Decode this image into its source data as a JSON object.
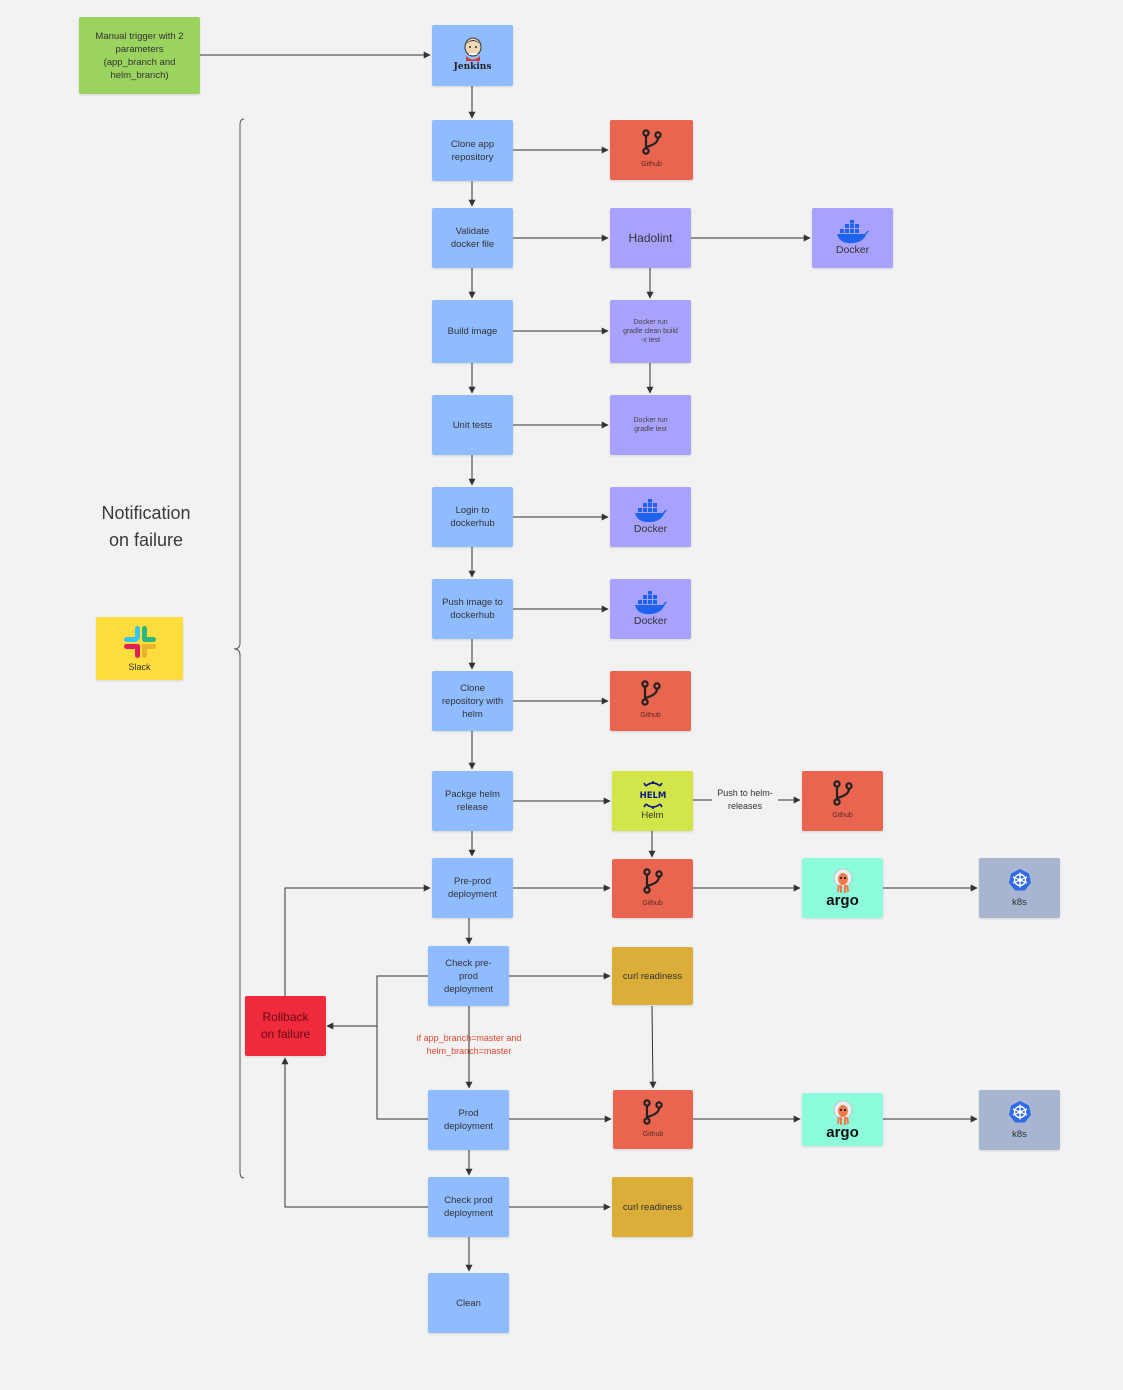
{
  "colors": {
    "step": "#8fbcff",
    "github": "#ea6550",
    "docker_tool": "#a8a2fc",
    "helm": "#d2e649",
    "slack": "#ffdd3d",
    "curl": "#dbae3a",
    "argo": "#8dfcdc",
    "k8s": "#a7b5d0",
    "rollback": "#ee2a3c",
    "trigger": "#9bd35f",
    "condition_text": "#e0482e"
  },
  "trigger": {
    "label": "Manual trigger with 2\nparameters\n(app_branch and\nhelm_branch)"
  },
  "jenkins": {
    "label": "Jenkins",
    "icon": "jenkins-icon"
  },
  "notification": {
    "label": "Notification\non failure"
  },
  "slack": {
    "label": "Slack",
    "icon": "slack-icon"
  },
  "steps": {
    "clone_app": "Clone app\nrepository",
    "validate_docker": "Validate\ndocker file",
    "build_image": "Build image",
    "unit_tests": "Unit tests",
    "login_dockerhub": "Login to\ndockerhub",
    "push_image": "Push image to\ndockerhub",
    "clone_helm": "Clone\nrepository with\nhelm",
    "package_helm": "Packge helm\nrelease",
    "preprod_deploy": "Pre-prod\ndeployment",
    "check_preprod": "Check pre-\nprod\ndeployment",
    "prod_deploy": "Prod\ndeployment",
    "check_prod": "Check prod\ndeployment",
    "clean": "Clean"
  },
  "tools": {
    "github_1": "Github",
    "hadolint": "Hadolint",
    "docker_hadolint": "Docker",
    "docker_run_build": "Docker run\ngradle clean build\n-x test",
    "docker_run_test": "Docker run\ngradle  test",
    "docker_login": "Docker",
    "docker_push": "Docker",
    "github_2": "Github",
    "helm": "Helm",
    "github_releases": "Github",
    "github_preprod": "Github",
    "argo_preprod": "argo",
    "k8s_preprod": "k8s",
    "curl_preprod": "curl readiness",
    "github_prod": "Github",
    "argo_prod": "argo",
    "k8s_prod": "k8s",
    "curl_prod": "curl readiness",
    "helm_logo_text": "HELM"
  },
  "edge_labels": {
    "push_helm_releases": "Push to helm-\nreleases",
    "prod_condition": "if app_branch=master and\nhelm_branch=master"
  },
  "rollback": {
    "label": "Rollback\non failure"
  }
}
